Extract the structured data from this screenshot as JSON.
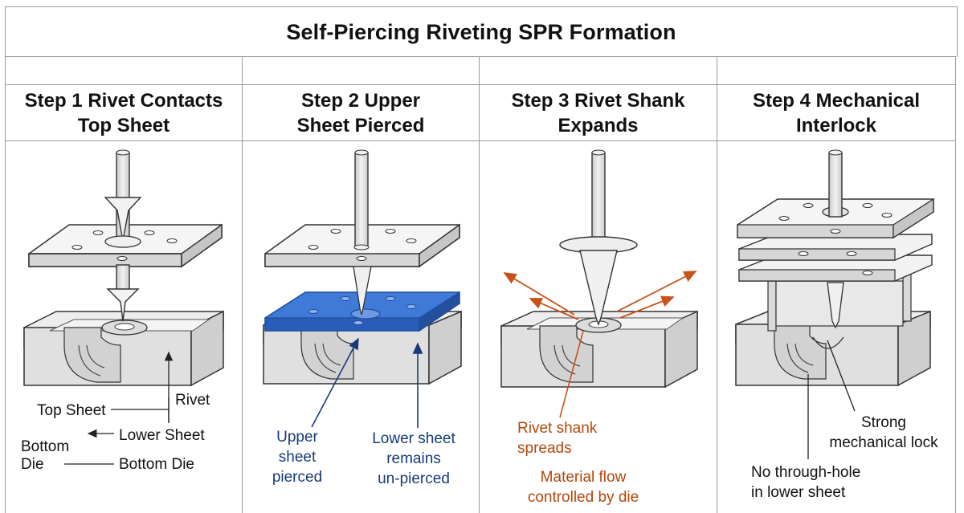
{
  "title": "Self-Piercing Riveting SPR Formation",
  "steps": [
    {
      "heading": "Step 1 Rivet Contacts\nTop Sheet"
    },
    {
      "heading": "Step 2 Upper\nSheet Pierced"
    },
    {
      "heading": "Step 3 Rivet Shank\nExpands"
    },
    {
      "heading": "Step 4 Mechanical\nInterlock"
    }
  ],
  "labels": {
    "step1": {
      "rivet": "Rivet",
      "top_sheet": "Top Sheet",
      "lower_sheet": "Lower Sheet",
      "bottom_die_left": "Bottom\nDie",
      "bottom_die_right": "Bottom Die"
    },
    "step2": {
      "upper_sheet_pierced": "Upper\nsheet\npierced",
      "lower_sheet_remains": "Lower sheet\nremains\nun-pierced"
    },
    "step3": {
      "rivet_shank_spreads": "Rivet shank\nspreads",
      "material_flow": "Material flow\ncontrolled by die"
    },
    "step4": {
      "strong_lock": "Strong\nmechanical lock",
      "no_through_hole": "No through-hole\nin lower sheet"
    }
  },
  "colors": {
    "grid_line": "#9a9a9a",
    "metal_fill": "#e4e4e4",
    "metal_side": "#cfcfcf",
    "pierced_sheet": "#3f7ad8",
    "annotation_blue": "#173a7a",
    "annotation_orange": "#b4470c"
  }
}
